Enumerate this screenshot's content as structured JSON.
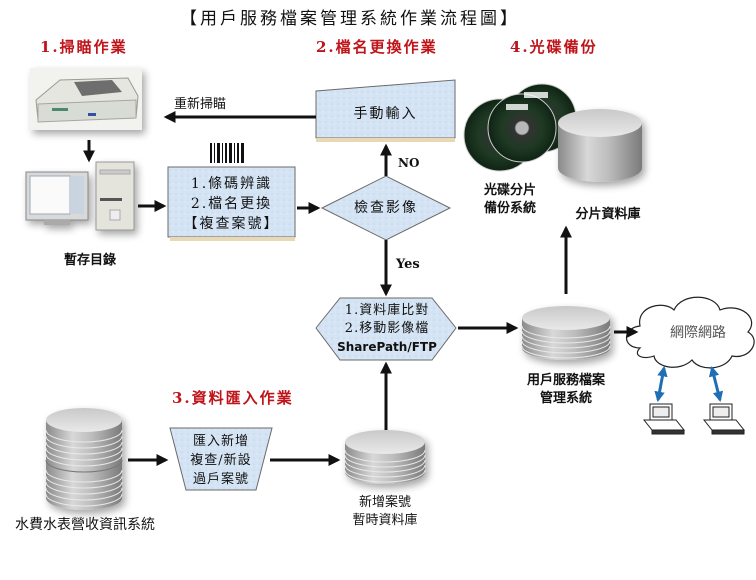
{
  "title": "【用戶服務檔案管理系統作業流程圖】",
  "sections": {
    "scan": "1.掃瞄作業",
    "rename": "2.檔名更換作業",
    "import": "3.資料匯入作業",
    "backup": "4.光碟備份"
  },
  "nodes": {
    "scanner_feedback": "重新掃瞄",
    "temp_dir": "暫存目錄",
    "barcode_box": [
      "1.條碼辨識",
      "2.檔名更換",
      "【複查案號】"
    ],
    "manual_input": "手動輸入",
    "check_image": "檢查影像",
    "no_label": "NO",
    "yes_label": "Yes",
    "hexagon": [
      "1.資料庫比對",
      "2.移動影像檔",
      "SharePath/FTP"
    ],
    "cd_backup": [
      "光碟分片",
      "備份系統"
    ],
    "split_db": "分片資料庫",
    "main_system": [
      "用戶服務檔案",
      "管理系統"
    ],
    "internet": "網際網路",
    "source_system": "水費水表營收資訊系統",
    "import_box": [
      "匯入新增",
      "複查/新設",
      "過戶案號"
    ],
    "temp_db": [
      "新增案號",
      "暫時資料庫"
    ]
  },
  "colors": {
    "section_red": "#c0141b",
    "box_fill": "#d6e6f5",
    "arrow": "#111111",
    "network_arrow": "#1f6fb4"
  }
}
